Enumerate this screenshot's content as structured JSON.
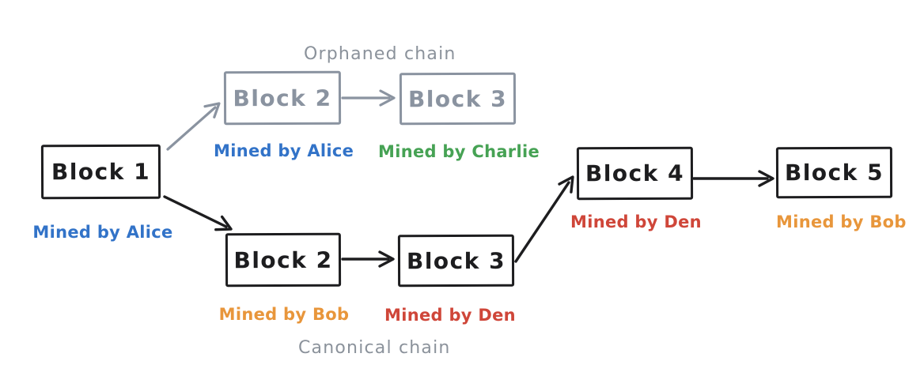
{
  "diagram": {
    "chain_titles": {
      "orphaned": "Orphaned chain",
      "canonical": "Canonical chain"
    },
    "blocks": [
      {
        "label": "Block 1",
        "miner": "Mined by Alice",
        "miner_color": "#3273c8",
        "chain": "root",
        "status": "canonical"
      },
      {
        "label": "Block 2",
        "miner": "Mined by Alice",
        "miner_color": "#3273c8",
        "chain": "orphaned",
        "status": "orphaned"
      },
      {
        "label": "Block 3",
        "miner": "Mined by Charlie",
        "miner_color": "#46a254",
        "chain": "orphaned",
        "status": "orphaned"
      },
      {
        "label": "Block 2",
        "miner": "Mined by Bob",
        "miner_color": "#e8963b",
        "chain": "canonical",
        "status": "canonical"
      },
      {
        "label": "Block 3",
        "miner": "Mined by Den",
        "miner_color": "#cf4639",
        "chain": "canonical",
        "status": "canonical"
      },
      {
        "label": "Block 4",
        "miner": "Mined by Den",
        "miner_color": "#cf4639",
        "chain": "canonical",
        "status": "canonical"
      },
      {
        "label": "Block 5",
        "miner": "Mined by Bob",
        "miner_color": "#e8963b",
        "chain": "canonical",
        "status": "canonical"
      }
    ],
    "colors": {
      "canonical_stroke": "#1d1d1f",
      "orphaned_stroke": "#8a93a0",
      "chain_title_text": "#8b929b",
      "background": "#ffffff"
    }
  }
}
